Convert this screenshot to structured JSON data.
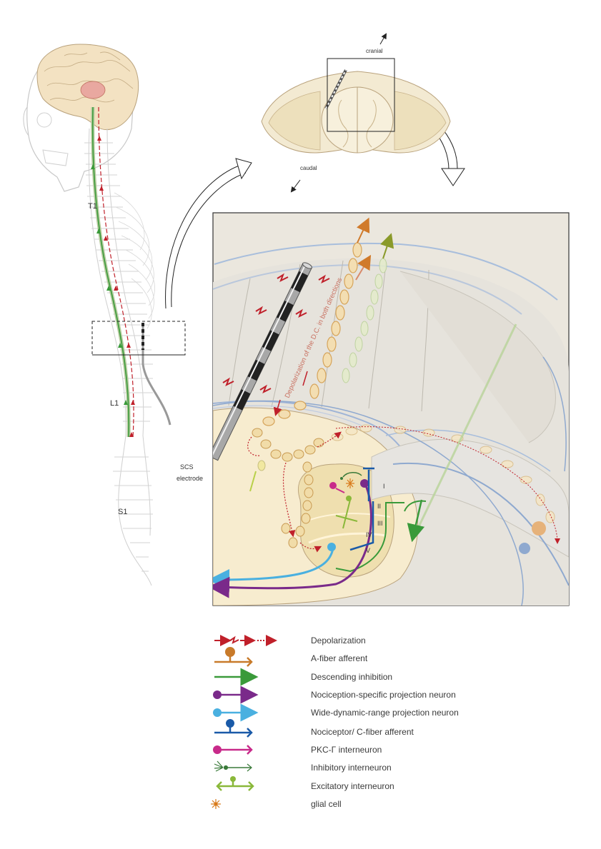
{
  "spine_labels": {
    "t1": "T1",
    "l1": "L1",
    "s1": "S1"
  },
  "electrode_label": {
    "line1": "SCS",
    "line2": "electrode"
  },
  "cross_section": {
    "cranial": "cranial",
    "caudal": "caudal"
  },
  "detail": {
    "depolarization_text": "Depolarization of the D.C. in both directions",
    "laminae": [
      "I",
      "II",
      "III",
      "IV",
      "V"
    ]
  },
  "legend": [
    {
      "label": "Depolarization",
      "color": "#c0202a",
      "icon": "depolarization-arrows-icon"
    },
    {
      "label": "A-fiber afferent",
      "color": "#c87a2a",
      "icon": "a-fiber-afferent-icon"
    },
    {
      "label": "Descending inhibition",
      "color": "#3a9a3a",
      "icon": "descending-inhibition-arrow-icon"
    },
    {
      "label": "Nociception-specific projection neuron",
      "color": "#7a2a8a",
      "icon": "nociception-projection-neuron-icon"
    },
    {
      "label": "Wide-dynamic-range projection neuron",
      "color": "#4ab0e0",
      "icon": "wdr-projection-neuron-icon"
    },
    {
      "label": "Nociceptor/ C-fiber afferent",
      "color": "#1a5aa8",
      "icon": "c-fiber-afferent-icon"
    },
    {
      "label": "PKC-Γ interneuron",
      "color": "#c82a8a",
      "icon": "pkc-interneuron-icon"
    },
    {
      "label": "Inhibitory interneuron",
      "color": "#3a7a3a",
      "icon": "inhibitory-interneuron-icon"
    },
    {
      "label": "Excitatory interneuron",
      "color": "#8ab83a",
      "icon": "excitatory-interneuron-icon"
    },
    {
      "label": "glial cell",
      "color": "#d87a1a",
      "icon": "glial-cell-icon"
    }
  ]
}
